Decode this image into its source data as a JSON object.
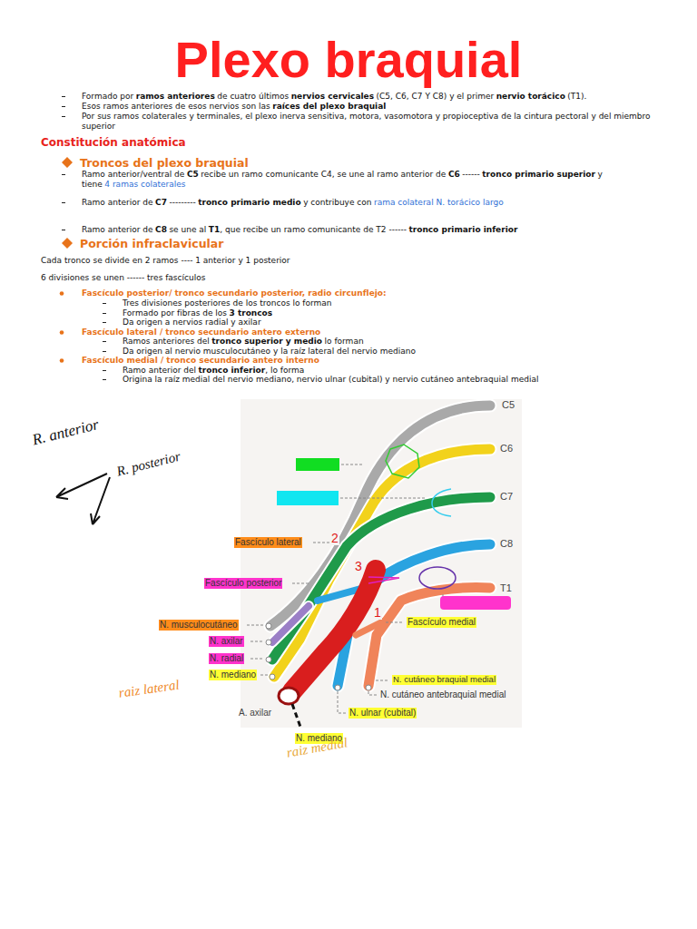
{
  "diagram": {
    "title": "Plexo braquial",
    "labels": [
      "Formado por",
      "ramos anteriores",
      "de cuatro últimos",
      "nervios cervicales",
      "(C5, C6, C7 Y C8) y el primer",
      "nervio torácico",
      "(T1).",
      "Esos ramos anteriores de esos nervios son las",
      "raíces del plexo braquial",
      "Por sus ramos colaterales y terminales, el plexo inerva sensitiva, motora, vasomotora y propioceptiva de la cintura pectoral y del miembro superior",
      "Constitución anatómica",
      "Troncos del plexo braquial",
      "Ramo anterior/ventral de",
      "C5",
      "recibe un ramo comunicante C4, se une al ramo anterior de",
      "C6",
      "------",
      "tronco primario superior",
      "y tiene",
      "4 ramas colaterales",
      "Ramo anterior de",
      "C7",
      "---------",
      "tronco primario medio",
      "y contribuye con",
      "rama colateral N. torácico largo",
      "Ramo anterior de",
      "C8",
      "se une al",
      "T1",
      ", que recibe un ramo comunicante de T2 ------",
      "tronco primario inferior",
      "Porción infraclavicular",
      "Cada tronco se divide en 2 ramos ---- 1 anterior y 1 posterior",
      "6 divisiones se unen ------ tres fascículos",
      "Fascículo posterior/ tronco secundario posterior, radio circunflejo:",
      "Tres divisiones posteriores de los troncos lo forman",
      "Formado por fibras de los",
      "3 troncos",
      "Da origen a nervios radial y axilar",
      "Fascículo lateral / tronco secundario antero externo",
      "Ramos anteriores del",
      "tronco superior y medio",
      "lo forman",
      "Da origen al nervio musculocutáneo y la raíz lateral del nervio mediano",
      "Fascículo medial / tronco secundario antero interno",
      "Ramo anterior del",
      "tronco inferior",
      ", lo forma",
      "Origina la raíz medial del nervio mediano, nervio ulnar (cubital) y nervio cutáneo antebraquial medial",
      "C5",
      "C6",
      "C7",
      "C8",
      "T1",
      "Fascículo lateral",
      "Fascículo posterior",
      "Fascículo medial",
      "N. musculocutáneo",
      "N. axilar",
      "N. radial",
      "N. mediano",
      "N. cutáneo braquial medial",
      "N. cutáneo antebraquial medial",
      "A. axilar",
      "N. ulnar (cubital)",
      "N. mediano",
      "2",
      "3",
      "1",
      "R. anterior",
      "R. posterior",
      "raiz lateral",
      "raiz medial"
    ]
  }
}
